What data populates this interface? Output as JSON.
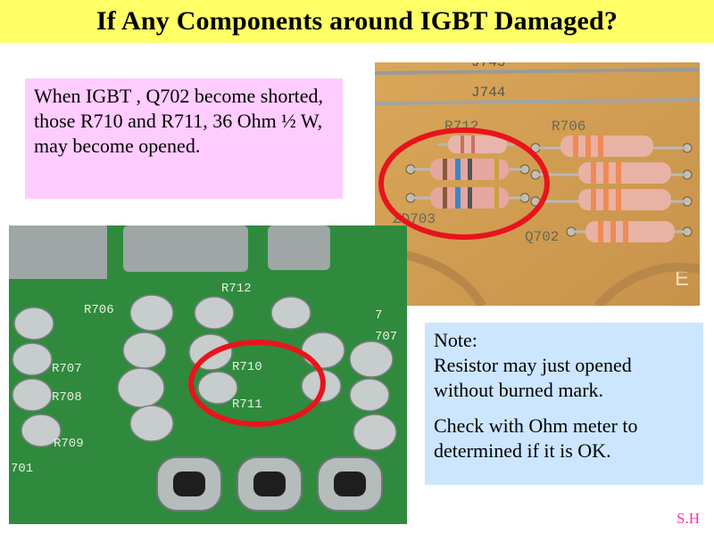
{
  "slide": {
    "title": "If Any Components around IGBT Damaged?",
    "signature": "S.H",
    "colors": {
      "title_bg": "#ffff66",
      "callout_pink": "#ffccff",
      "callout_blue": "#cce6ff",
      "highlight_ring": "#e8141c",
      "signature": "#ff3399"
    }
  },
  "callout_top": {
    "text": "When IGBT , Q702 become shorted,  those R710 and R711, 36 Ohm ½ W,  may become opened."
  },
  "callout_note": {
    "heading": "Note:",
    "line1": "Resistor may just opened without burned mark.",
    "line2": "Check with Ohm meter to determined if it is OK."
  },
  "photo_top": {
    "labels": {
      "j743": "J743",
      "j744": "J744",
      "r712": "R712",
      "r706": "R706",
      "zd703": "ZD703",
      "q702": "Q702",
      "e": "E"
    }
  },
  "photo_bottom": {
    "labels": {
      "r712": "R712",
      "r706": "R706",
      "r707": "R707",
      "r708": "R708",
      "r709": "R709",
      "r710": "R710",
      "r711": "R711",
      "r701": "701",
      "r7c": "7",
      "r7d": "707"
    }
  }
}
